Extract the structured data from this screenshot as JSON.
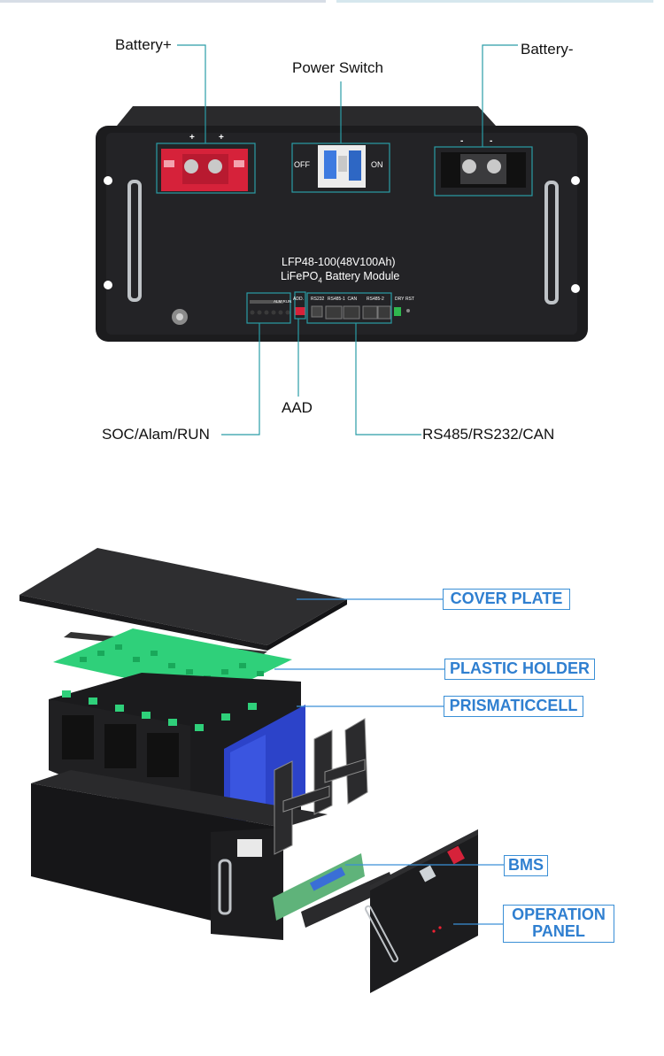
{
  "top_diagram": {
    "labels": {
      "battery_pos": "Battery+",
      "battery_neg": "Battery-",
      "power_switch": "Power Switch",
      "aad": "AAD",
      "soc_alarm_run": "SOC/Alam/RUN",
      "comm_ports": "RS485/RS232/CAN"
    },
    "panel": {
      "model": "LFP48-100(48V100Ah)",
      "module_prefix": "LiFePO",
      "module_sub": "4",
      "module_suffix": " Battery Module",
      "switch_off": "OFF",
      "switch_on": "ON",
      "terminal_plus": "+",
      "terminal_minus": "-",
      "port_rs232": "RS232",
      "port_rs485_can": "RS485-1  CAN",
      "port_rs485_2": "RS485-2",
      "port_add": "ADD.",
      "port_dry": "DRY",
      "port_rst": "RST",
      "led_label": "ALM RUN"
    }
  },
  "exploded_diagram": {
    "labels": {
      "cover_plate": "COVER PLATE",
      "plastic_holder": "PLASTIC HOLDER",
      "prismatic_cell": "PRISMATICCELL",
      "bms": "BMS",
      "operation_panel_line1": "OPERATION",
      "operation_panel_line2": "PANEL"
    }
  },
  "colors": {
    "leader_line_top": "#2a9ca6",
    "leader_line_bottom": "#3a8fd6",
    "label_text_bottom": "#2f7fd0",
    "case_black": "#1c1c1e",
    "terminal_red": "#d6223a",
    "pcb_green": "#2fd07a",
    "cell_blue": "#2c43c9"
  }
}
